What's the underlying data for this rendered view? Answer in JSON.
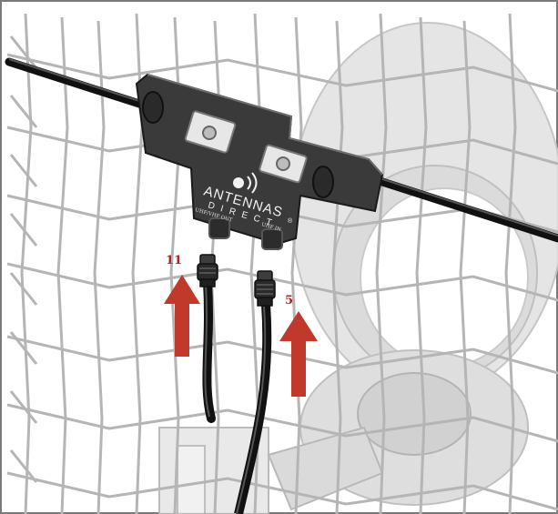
{
  "brand": {
    "line1": "ANTENNAS",
    "line2": "DIRECT",
    "registered": "®"
  },
  "ports": {
    "out_label": "UHF/VHF OUT",
    "in_label": "UHF IN"
  },
  "steps": {
    "left_number": "11",
    "right_number": "5"
  },
  "colors": {
    "arrow": "#c0392b",
    "step_number": "#b32222",
    "wire_grid": "#b5b5b5",
    "dish": "#e2e2e2",
    "splitter_body": "#3a3a3a",
    "cable": "#1c1c1c",
    "frame": "#7a7a7a"
  },
  "icons": {
    "arrow_left": "up-arrow-icon",
    "arrow_right": "up-arrow-icon",
    "logo_mark": "signal-waves-icon"
  }
}
